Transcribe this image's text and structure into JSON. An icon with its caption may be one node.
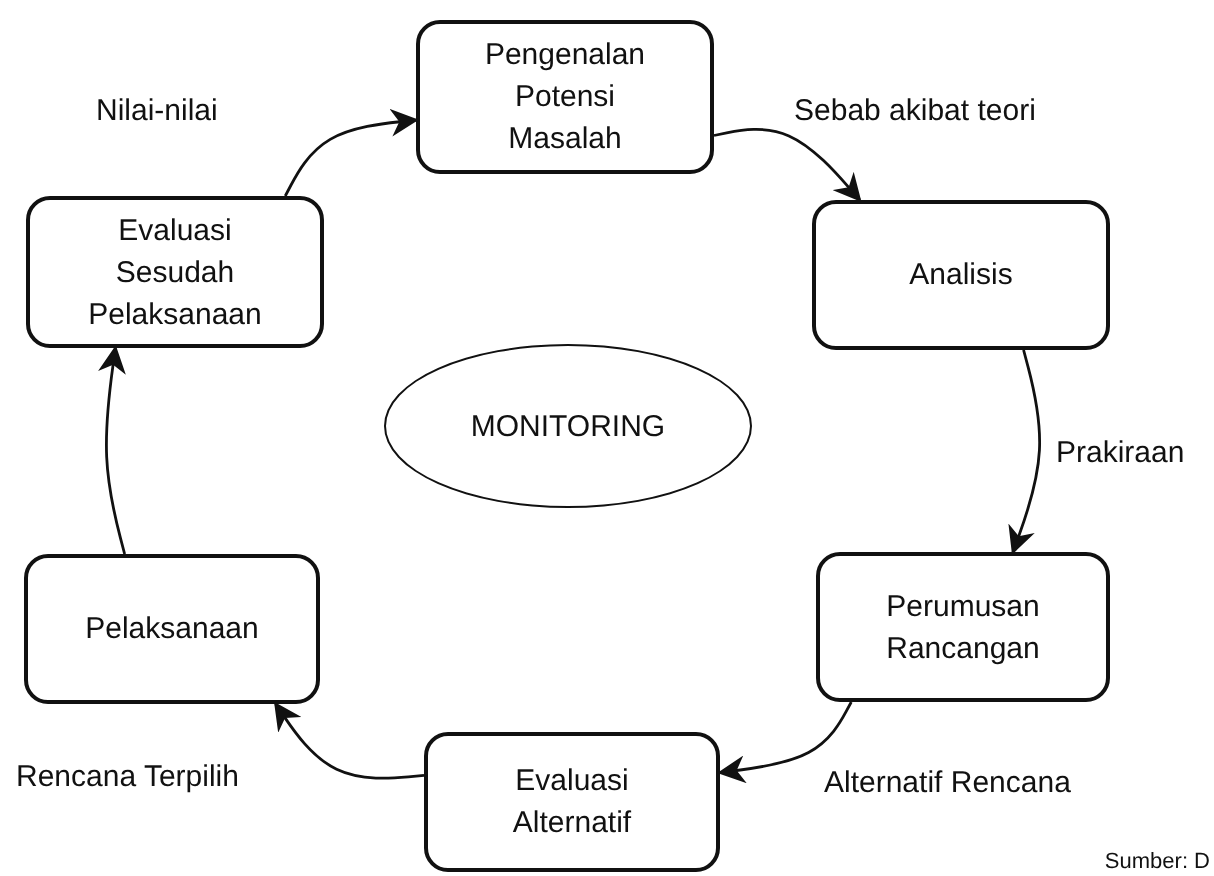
{
  "diagram": {
    "nodes": [
      {
        "text": [
          "Pengenalan Potensi Masalah"
        ]
      },
      {
        "text": [
          "Analisis"
        ]
      },
      {
        "text": [
          "Perumusan Rancangan"
        ]
      },
      {
        "text": [
          "Evaluasi Alternatif"
        ]
      },
      {
        "text": [
          "Pelaksanaan"
        ]
      },
      {
        "text": [
          "Evaluasi Sesudah Pelaksanaan"
        ]
      },
      {
        "text": [
          "MONITORING"
        ]
      }
    ],
    "edges": [
      {
        "from": 0,
        "to": 1,
        "arrow": "to",
        "label": "Sebab akibat teori"
      },
      {
        "from": 1,
        "to": 2,
        "arrow": "to",
        "label": "Prakiraan"
      },
      {
        "from": 2,
        "to": 3,
        "arrow": "to",
        "label": "Alternatif Rencana"
      },
      {
        "from": 3,
        "to": 4,
        "arrow": "to",
        "label": "Rencana Terpilih"
      },
      {
        "from": 4,
        "to": 5,
        "arrow": "to"
      },
      {
        "from": 5,
        "to": 0,
        "arrow": "to",
        "label": "Nilai-nilai"
      }
    ],
    "labels": [
      "Sumber: D"
    ]
  }
}
